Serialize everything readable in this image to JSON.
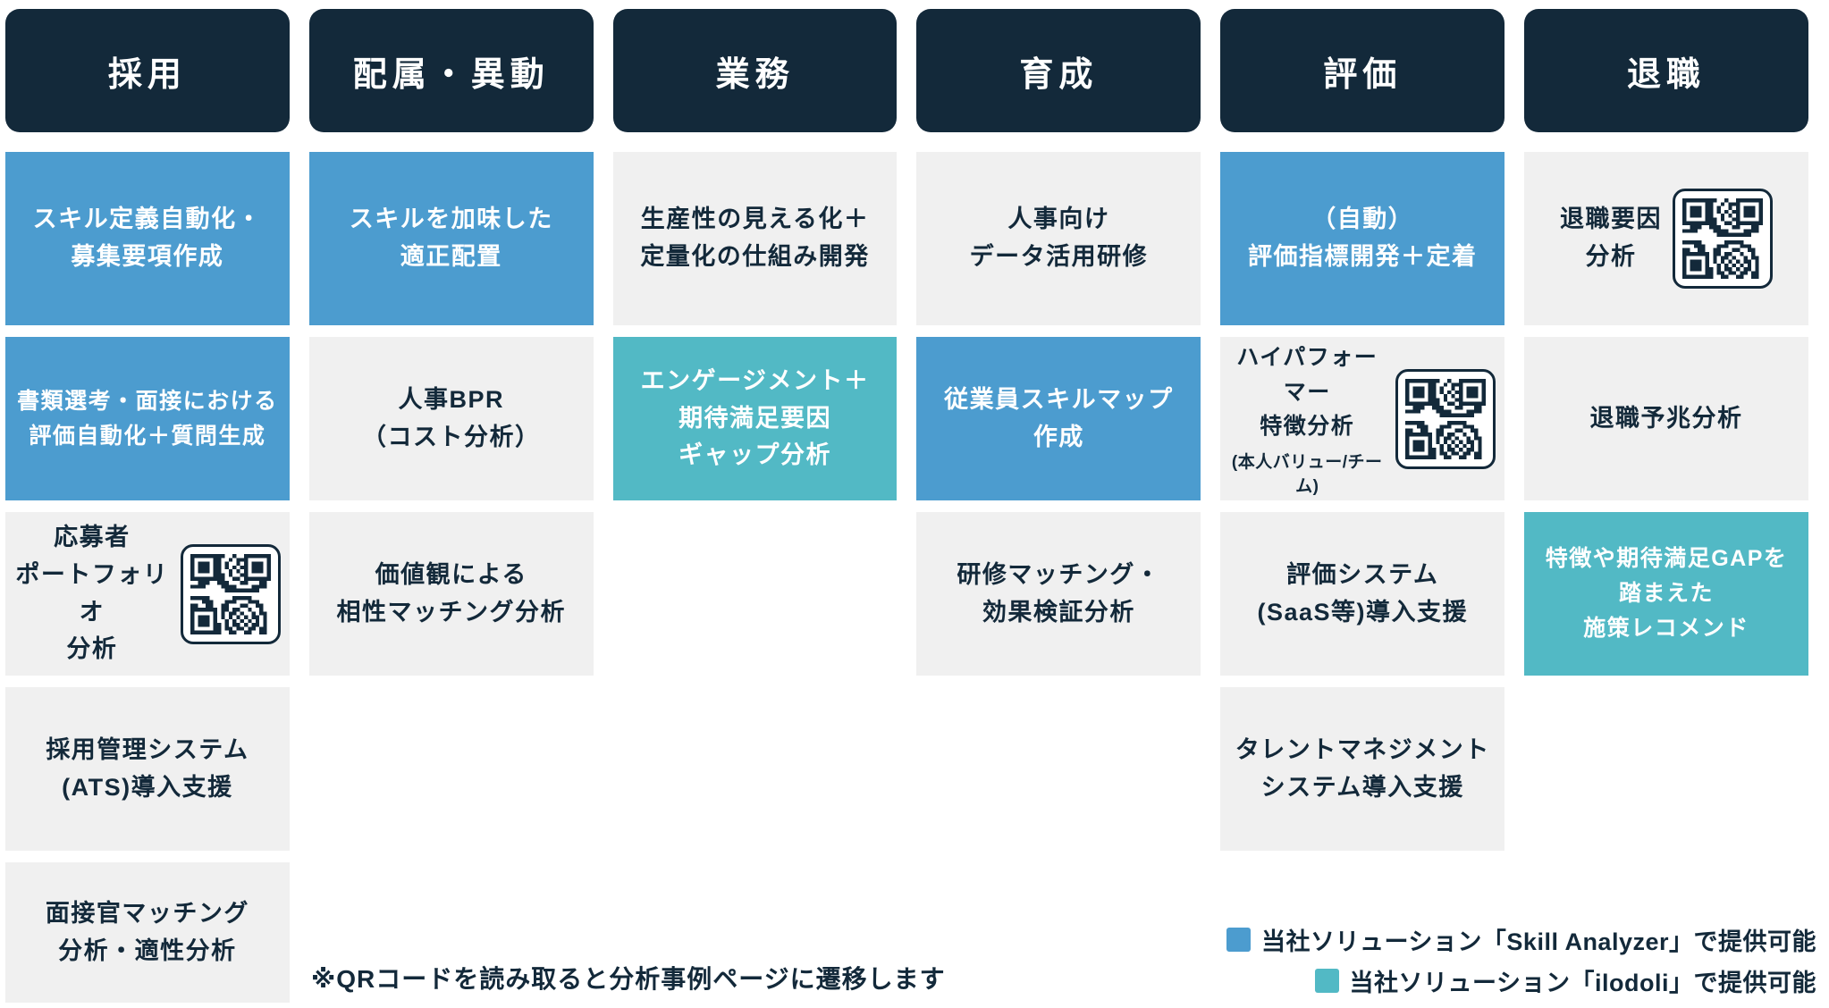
{
  "colors": {
    "header_bg": "#13293A",
    "blue": "#4C9CCF",
    "teal": "#52B9C5",
    "gray": "#F0F0F0",
    "text_dark": "#13293A",
    "text_light": "#FFFFFF"
  },
  "columns": [
    {
      "header": "採用",
      "cells": [
        {
          "text": "スキル定義自動化・\n募集要項作成",
          "variant": "blue"
        },
        {
          "text": "書類選考・面接における\n評価自動化＋質問生成",
          "variant": "blue"
        },
        {
          "text": "応募者\nポートフォリオ\n分析",
          "variant": "gray",
          "qr": true
        },
        {
          "text": "採用管理システム\n(ATS)導入支援",
          "variant": "gray"
        },
        {
          "text": "面接官マッチング\n分析・適性分析",
          "variant": "gray"
        }
      ]
    },
    {
      "header": "配属・異動",
      "cells": [
        {
          "text": "スキルを加味した\n適正配置",
          "variant": "blue"
        },
        {
          "text": "人事BPR\n（コスト分析）",
          "variant": "gray"
        },
        {
          "text": "価値観による\n相性マッチング分析",
          "variant": "gray"
        }
      ]
    },
    {
      "header": "業務",
      "cells": [
        {
          "text": "生産性の見える化＋\n定量化の仕組み開発",
          "variant": "gray"
        },
        {
          "text": "エンゲージメント＋\n期待満足要因\nギャップ分析",
          "variant": "teal"
        }
      ]
    },
    {
      "header": "育成",
      "cells": [
        {
          "text": "人事向け\nデータ活用研修",
          "variant": "gray"
        },
        {
          "text": "従業員スキルマップ\n作成",
          "variant": "blue"
        },
        {
          "text": "研修マッチング・\n効果検証分析",
          "variant": "gray"
        }
      ]
    },
    {
      "header": "評価",
      "cells": [
        {
          "text": "（自動）\n評価指標開発＋定着",
          "variant": "blue"
        },
        {
          "text": "ハイパフォーマー\n特徴分析",
          "sub": "(本人バリュー/チーム)",
          "variant": "gray",
          "qr": true
        },
        {
          "text": "評価システム\n(SaaS等)導入支援",
          "variant": "gray"
        },
        {
          "text": "タレントマネジメント\nシステム導入支援",
          "variant": "gray"
        }
      ]
    },
    {
      "header": "退職",
      "cells": [
        {
          "text": "退職要因\n分析",
          "variant": "gray",
          "qr": true
        },
        {
          "text": "退職予兆分析",
          "variant": "gray"
        },
        {
          "text": "特徴や期待満足GAPを\n踏まえた\n施策レコメンド",
          "variant": "teal"
        }
      ]
    }
  ],
  "footnote": "※QRコードを読み取ると分析事例ページに遷移します",
  "legend": {
    "items": [
      {
        "swatch": "blue",
        "label": "当社ソリューション「Skill Analyzer」で提供可能"
      },
      {
        "swatch": "teal",
        "label": "当社ソリューション「ilodoli」で提供可能"
      }
    ]
  }
}
